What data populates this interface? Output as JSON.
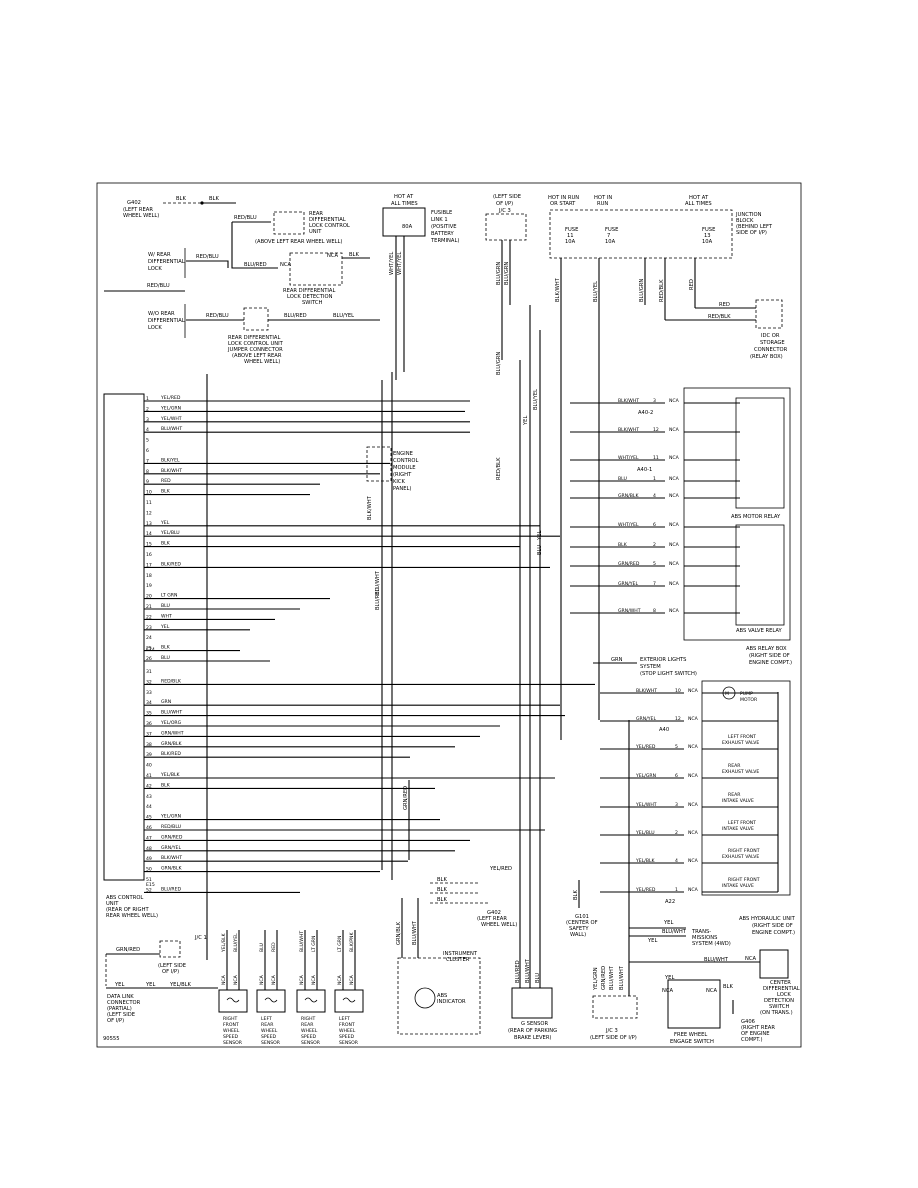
{
  "figure_id": "90555",
  "ecu": {
    "caption": [
      "ABS CONTROL",
      "UNIT",
      "(REAR OF RIGHT",
      "REAR WHEEL WELL)"
    ],
    "sub_a": "E14",
    "sub_b": "E15",
    "pins": [
      {
        "n": "1",
        "color": "YEL/RED"
      },
      {
        "n": "2",
        "color": "YEL/GRN"
      },
      {
        "n": "3",
        "color": "YEL/WHT"
      },
      {
        "n": "4",
        "color": "BLU/WHT"
      },
      {
        "n": "5",
        "color": ""
      },
      {
        "n": "6",
        "color": ""
      },
      {
        "n": "7",
        "color": "BLK/YEL"
      },
      {
        "n": "8",
        "color": "BLK/WHT"
      },
      {
        "n": "9",
        "color": "RED"
      },
      {
        "n": "10",
        "color": "BLK"
      },
      {
        "n": "11",
        "color": ""
      },
      {
        "n": "12",
        "color": ""
      },
      {
        "n": "13",
        "color": "YEL"
      },
      {
        "n": "14",
        "color": "YEL/BLU"
      },
      {
        "n": "15",
        "color": "BLK"
      },
      {
        "n": "16",
        "color": ""
      },
      {
        "n": "17",
        "color": "BLK/RED"
      },
      {
        "n": "18",
        "color": ""
      },
      {
        "n": "19",
        "color": ""
      },
      {
        "n": "20",
        "color": "LT GRN"
      },
      {
        "n": "21",
        "color": "BLU"
      },
      {
        "n": "22",
        "color": "WHT"
      },
      {
        "n": "23",
        "color": "YEL"
      },
      {
        "n": "24",
        "color": ""
      },
      {
        "n": "25",
        "color": "BLK"
      },
      {
        "n": "26",
        "color": "BLU"
      },
      {
        "n": "31",
        "color": ""
      },
      {
        "n": "32",
        "color": "RED/BLK"
      },
      {
        "n": "33",
        "color": ""
      },
      {
        "n": "34",
        "color": "GRN"
      },
      {
        "n": "35",
        "color": "BLU/WHT"
      },
      {
        "n": "36",
        "color": "YEL/ORG"
      },
      {
        "n": "37",
        "color": "GRN/WHT"
      },
      {
        "n": "38",
        "color": "GRN/BLK"
      },
      {
        "n": "39",
        "color": "BLK/RED"
      },
      {
        "n": "40",
        "color": ""
      },
      {
        "n": "41",
        "color": "YEL/BLK"
      },
      {
        "n": "42",
        "color": "BLK"
      },
      {
        "n": "43",
        "color": ""
      },
      {
        "n": "44",
        "color": ""
      },
      {
        "n": "45",
        "color": "YEL/GRN"
      },
      {
        "n": "46",
        "color": "RED/BLU"
      },
      {
        "n": "47",
        "color": "GRN/RED"
      },
      {
        "n": "48",
        "color": "GRN/YEL"
      },
      {
        "n": "49",
        "color": "BLK/WHT"
      },
      {
        "n": "50",
        "color": "GRN/BLK"
      },
      {
        "n": "51",
        "color": ""
      },
      {
        "n": "52",
        "color": "BLU/RED"
      }
    ]
  },
  "top_left": {
    "ground": "G402",
    "ground_sub": [
      "(LEFT REAR",
      "WHEEL WELL)"
    ],
    "ground_wire": "BLK",
    "lock_unit": [
      "REAR",
      "DIFFERENTIAL",
      "LOCK CONTROL",
      "UNIT"
    ],
    "lock_unit_loc": "(ABOVE LEFT REAR WHEEL WELL)",
    "w_rear": [
      "W/ REAR",
      "DIFFERENTIAL",
      "LOCK"
    ],
    "wo_rear": [
      "W/O REAR",
      "DIFFERENTIAL",
      "LOCK"
    ],
    "detect_switch": [
      "REAR DIFFERENTIAL",
      "LOCK DETECTION",
      "SWITCH"
    ],
    "jumper": [
      "REAR DIFFERENTIAL",
      "LOCK CONTROL UNIT",
      "JUMPER CONNECTOR",
      "(ABOVE LEFT REAR",
      "WHEEL WELL)"
    ],
    "w_red_blu": "RED/BLU",
    "w_blu_red": "BLU/RED",
    "w_blu_yel": "BLU/YEL",
    "w_blk": "BLK",
    "nca": "NCA"
  },
  "power": {
    "hot_at_all_times": [
      "HOT AT",
      "ALL TIMES"
    ],
    "fusible": [
      "FUSIBLE",
      "LINK 1",
      "(POSITIVE",
      "BATTERY",
      "TERMINAL)"
    ],
    "fusible_amp": "80A",
    "jc3": [
      "(LEFT SIDE",
      "OF I/P)"
    ],
    "jc3_label": "J/C 3",
    "hot_run_start": [
      "HOT IN RUN",
      "OR START"
    ],
    "hot_run": [
      "HOT IN",
      "RUN"
    ],
    "hot_all": [
      "HOT AT",
      "ALL TIMES"
    ],
    "fuse_a": [
      "FUSE",
      "11",
      "10A"
    ],
    "fuse_b": [
      "FUSE",
      "7",
      "10A"
    ],
    "fuse_c": [
      "FUSE",
      "13",
      "10A"
    ],
    "junction": [
      "JUNCTION",
      "BLOCK",
      "(BEHIND LEFT",
      "SIDE OF I/P)"
    ],
    "idc": [
      "IDC OR",
      "STORAGE",
      "CONNECTOR",
      "(RELAY BOX)"
    ],
    "w_wht_yel": "WHT/YEL",
    "w_blu_grn": "BLU/GRN",
    "w_blk_wht": "BLK/WHT",
    "w_blu_yel": "BLU/YEL",
    "w_blu_grn2": "BLU/GRN",
    "w_red_blk": "RED/BLK",
    "w_red": "RED",
    "w_blu": "BLU",
    "w_yel": "YEL"
  },
  "ecm": [
    "ENGINE",
    "CONTROL",
    "MODULE",
    "(RIGHT",
    "KICK",
    "PANEL)"
  ],
  "relay_box": {
    "caption": [
      "ABS RELAY BOX",
      "(RIGHT SIDE OF",
      "ENGINE COMPT.)"
    ],
    "motor_relay": "ABS MOTOR RELAY",
    "valve_relay": "ABS VALVE RELAY",
    "conn_a": "A40-2",
    "conn_b": "A40-1",
    "rows": [
      {
        "color": "BLK/WHT",
        "pin": "3"
      },
      {
        "color": "BLK/WHT",
        "pin": "12"
      },
      {
        "color": "WHT/YEL",
        "pin": "11"
      },
      {
        "color": "BLU",
        "pin": "1"
      },
      {
        "color": "GRN/BLK",
        "pin": "4"
      },
      {
        "color": "WHT/YEL",
        "pin": "6"
      },
      {
        "color": "BLK",
        "pin": "2"
      },
      {
        "color": "GRN/RED",
        "pin": "5"
      },
      {
        "color": "GRN/YEL",
        "pin": "7"
      },
      {
        "color": "GRN/WHT",
        "pin": "8"
      }
    ]
  },
  "exterior": [
    "EXTERIOR LIGHTS",
    "SYSTEM",
    "(STOP LIGHT SWITCH)"
  ],
  "exterior_wire": "GRN",
  "hydraulic": {
    "caption": [
      "ABS HYDRAULIC UNIT",
      "(RIGHT SIDE OF",
      "ENGINE COMPT.)"
    ],
    "conn_a": "A40",
    "conn_b": "A22",
    "pump": [
      "PUMP",
      "MOTOR"
    ],
    "rows": [
      {
        "color": "BLK/WHT",
        "pin": "10",
        "label": [
          "PUMP",
          "MOTOR"
        ]
      },
      {
        "color": "GRN/YEL",
        "pin": "12",
        "label": []
      },
      {
        "color": "YEL/RED",
        "pin": "5",
        "label": [
          "LEFT FRONT",
          "EXHAUST VALVE"
        ]
      },
      {
        "color": "YEL/GRN",
        "pin": "6",
        "label": [
          "REAR",
          "EXHAUST VALVE"
        ]
      },
      {
        "color": "YEL/WHT",
        "pin": "3",
        "label": [
          "REAR",
          "INTAKE VALVE"
        ]
      },
      {
        "color": "YEL/BLU",
        "pin": "2",
        "label": [
          "LEFT FRONT",
          "INTAKE VALVE"
        ]
      },
      {
        "color": "YEL/BLK",
        "pin": "4",
        "label": [
          "RIGHT FRONT",
          "EXHAUST VALVE"
        ]
      },
      {
        "color": "YEL/RED",
        "pin": "1",
        "label": [
          "RIGHT FRONT",
          "INTAKE VALVE"
        ]
      }
    ]
  },
  "bottom": {
    "jc1": "J/C 1",
    "jc1_loc": [
      "(LEFT SIDE",
      "OF I/P)"
    ],
    "grn_red": "GRN/RED",
    "yel": "YEL",
    "yel_blk": "YEL/BLK",
    "dlc": [
      "DATA LINK",
      "CONNECTOR",
      "(PARTIAL)",
      "(LEFT SIDE",
      "OF I/P)"
    ],
    "sensors": [
      {
        "name": [
          "RIGHT",
          "FRONT",
          "WHEEL",
          "SPEED",
          "SENSOR"
        ],
        "wires": [
          "YEL/BLK",
          "BLU/YEL"
        ]
      },
      {
        "name": [
          "LEFT",
          "REAR",
          "WHEEL",
          "SPEED",
          "SENSOR"
        ],
        "wires": [
          "BLU",
          "RED"
        ]
      },
      {
        "name": [
          "RIGHT",
          "REAR",
          "WHEEL",
          "SPEED",
          "SENSOR"
        ],
        "wires": [
          "BLU/WHT",
          "LT GRN"
        ]
      },
      {
        "name": [
          "LEFT",
          "FRONT",
          "WHEEL",
          "SPEED",
          "SENSOR"
        ],
        "wires": [
          "LT GRN",
          "BLK/PNK"
        ]
      }
    ],
    "cluster": [
      "INSTRUMENT",
      "CLUSTER"
    ],
    "abs_ind": [
      "ABS",
      "INDICATOR"
    ],
    "g_sensor": [
      "G SENSOR",
      "(REAR OF PARKING",
      "BRAKE LEVER)"
    ],
    "g402": [
      "G402",
      "(LEFT REAR",
      "WHEEL WELL)"
    ],
    "g101": [
      "G101",
      "(CENTER OF",
      "SAFETY",
      "WALL)"
    ],
    "jc3": [
      "J/C 3",
      "(LEFT SIDE OF I/P)"
    ],
    "trans": [
      "TRANS-",
      "MISSIONS",
      "SYSTEM (4WD)"
    ],
    "free_wheel": [
      "FREE WHEEL",
      "ENGAGE SWITCH"
    ],
    "cdl": [
      "CENTER",
      "DIFFERENTIAL",
      "LOCK",
      "DETECTION",
      "SWITCH",
      "(ON TRANS.)"
    ],
    "g406": [
      "G406",
      "(RIGHT REAR",
      "OF ENGINE",
      "COMPT.)"
    ],
    "w_blk": "BLK",
    "w_yel_red": "YEL/RED",
    "w_grn_blk": "GRN/BLK",
    "w_blu_wht": "BLU/WHT",
    "w_blu_red": "BLU/RED",
    "w_blu": "BLU",
    "w_yel_grn": "YEL/GRN",
    "w_grn_red": "GRN/RED",
    "w_yel": "YEL",
    "nca": "NCA"
  }
}
